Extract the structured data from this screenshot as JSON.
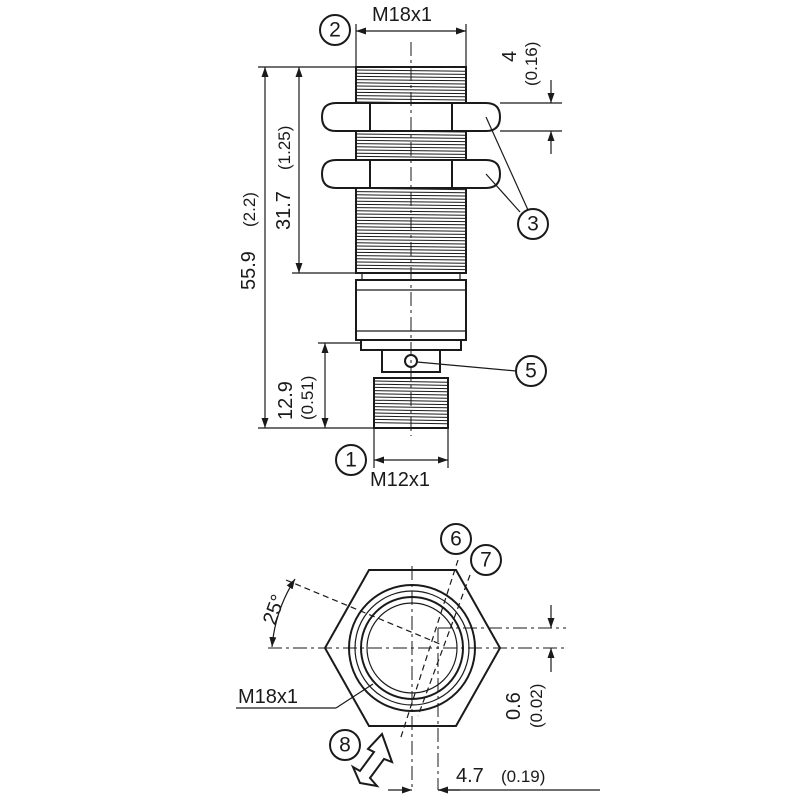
{
  "dimensions": {
    "thread_top": "M18x1",
    "thread_bottom": "M12x1",
    "thread_front": "M18x1",
    "nut_gap_mm": "4",
    "nut_gap_in": "(0.16)",
    "total_length_mm": "55.9",
    "total_length_in": "(2.2)",
    "thread_length_mm": "31.7",
    "thread_length_in": "(1.25)",
    "connector_length_mm": "12.9",
    "connector_length_in": "(0.51)",
    "angle": "25°",
    "offset_v_mm": "0.6",
    "offset_v_in": "(0.02)",
    "offset_h_mm": "4.7",
    "offset_h_in": "(0.19)"
  },
  "callouts": {
    "c1": "1",
    "c2": "2",
    "c3": "3",
    "c5": "5",
    "c6": "6",
    "c7": "7",
    "c8": "8"
  }
}
